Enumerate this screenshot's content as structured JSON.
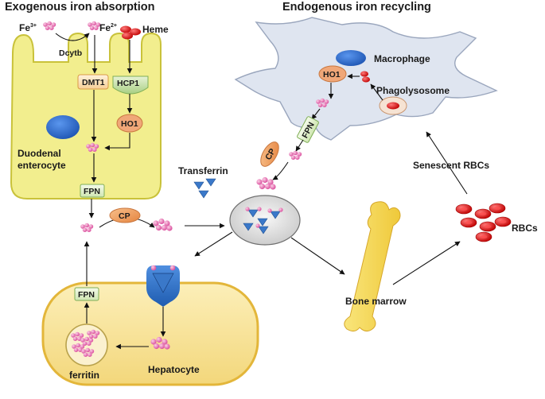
{
  "headings": {
    "exogenous": "Exogenous iron absorption",
    "endogenous": "Endogenous iron recycling"
  },
  "labels": {
    "fe3": "Fe",
    "fe3_sup": "3+",
    "fe2": "Fe",
    "fe2_sup": "2+",
    "heme": "Heme",
    "dcytb": "Dcytb",
    "dmt1": "DMT1",
    "hcp1": "HCP1",
    "ho1_gut": "HO1",
    "duodenal_line1": "Duodenal",
    "duodenal_line2": "enterocyte",
    "fpn_gut": "FPN",
    "cp_blood": "CP",
    "transferrin": "Transferrin",
    "macrophage": "Macrophage",
    "ho1_mac": "HO1",
    "phagolysosome": "Phagolysosome",
    "fpn_mac": "FPN",
    "cp_mac": "CP",
    "senescent_rbcs": "Senescent RBCs",
    "rbcs": "RBCs",
    "bone_marrow": "Bone marrow",
    "fpn_hep": "FPN",
    "ferritin": "ferritin",
    "hepatocyte": "Hepatocyte"
  },
  "colors": {
    "cell_fill": "#f2ee8e",
    "cell_stroke": "#c9c23a",
    "hepatocyte_fill": "#f7e08c",
    "hepatocyte_stroke": "#e3b63a",
    "macrophage_fill": "#dfe5f0",
    "nucleus": "#2f6fd1",
    "iron_pink": "#e36aa8",
    "heme_red": "#d81616",
    "transferrin_blue": "#3a78c9",
    "cp_orange": "#f0a062",
    "bone": "#f4d85a",
    "dmt1_fill": "#fbe3c0",
    "hcp1_fill": "#cfe3b3",
    "fpn_fill": "#e4f1d2"
  }
}
